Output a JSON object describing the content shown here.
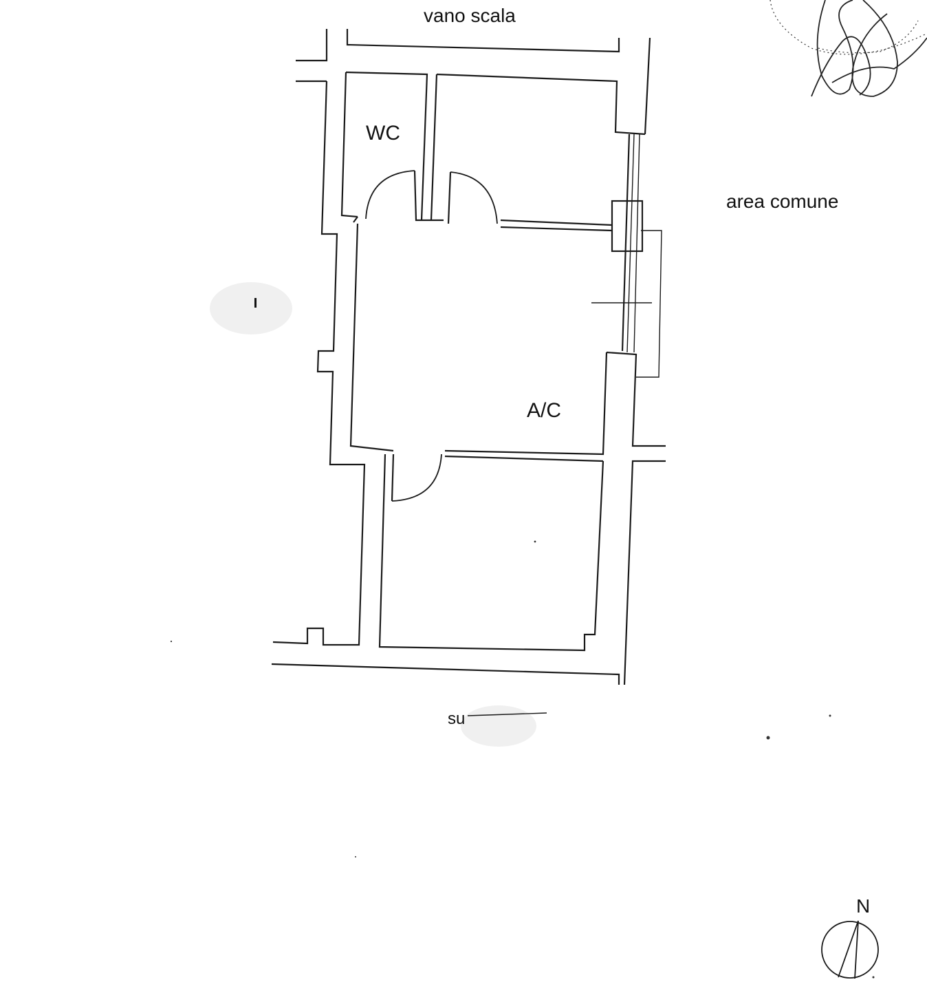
{
  "labels": {
    "vano_scala": "vano scala",
    "area_comune": "area comune",
    "wc": "WC",
    "ac": "A/C",
    "south": "su",
    "north": "N"
  },
  "colors": {
    "ink": "#1a1a1a",
    "paper": "#ffffff"
  },
  "icons": {
    "north_arrow": "compass-north-icon",
    "signature": "signature-scribble"
  }
}
